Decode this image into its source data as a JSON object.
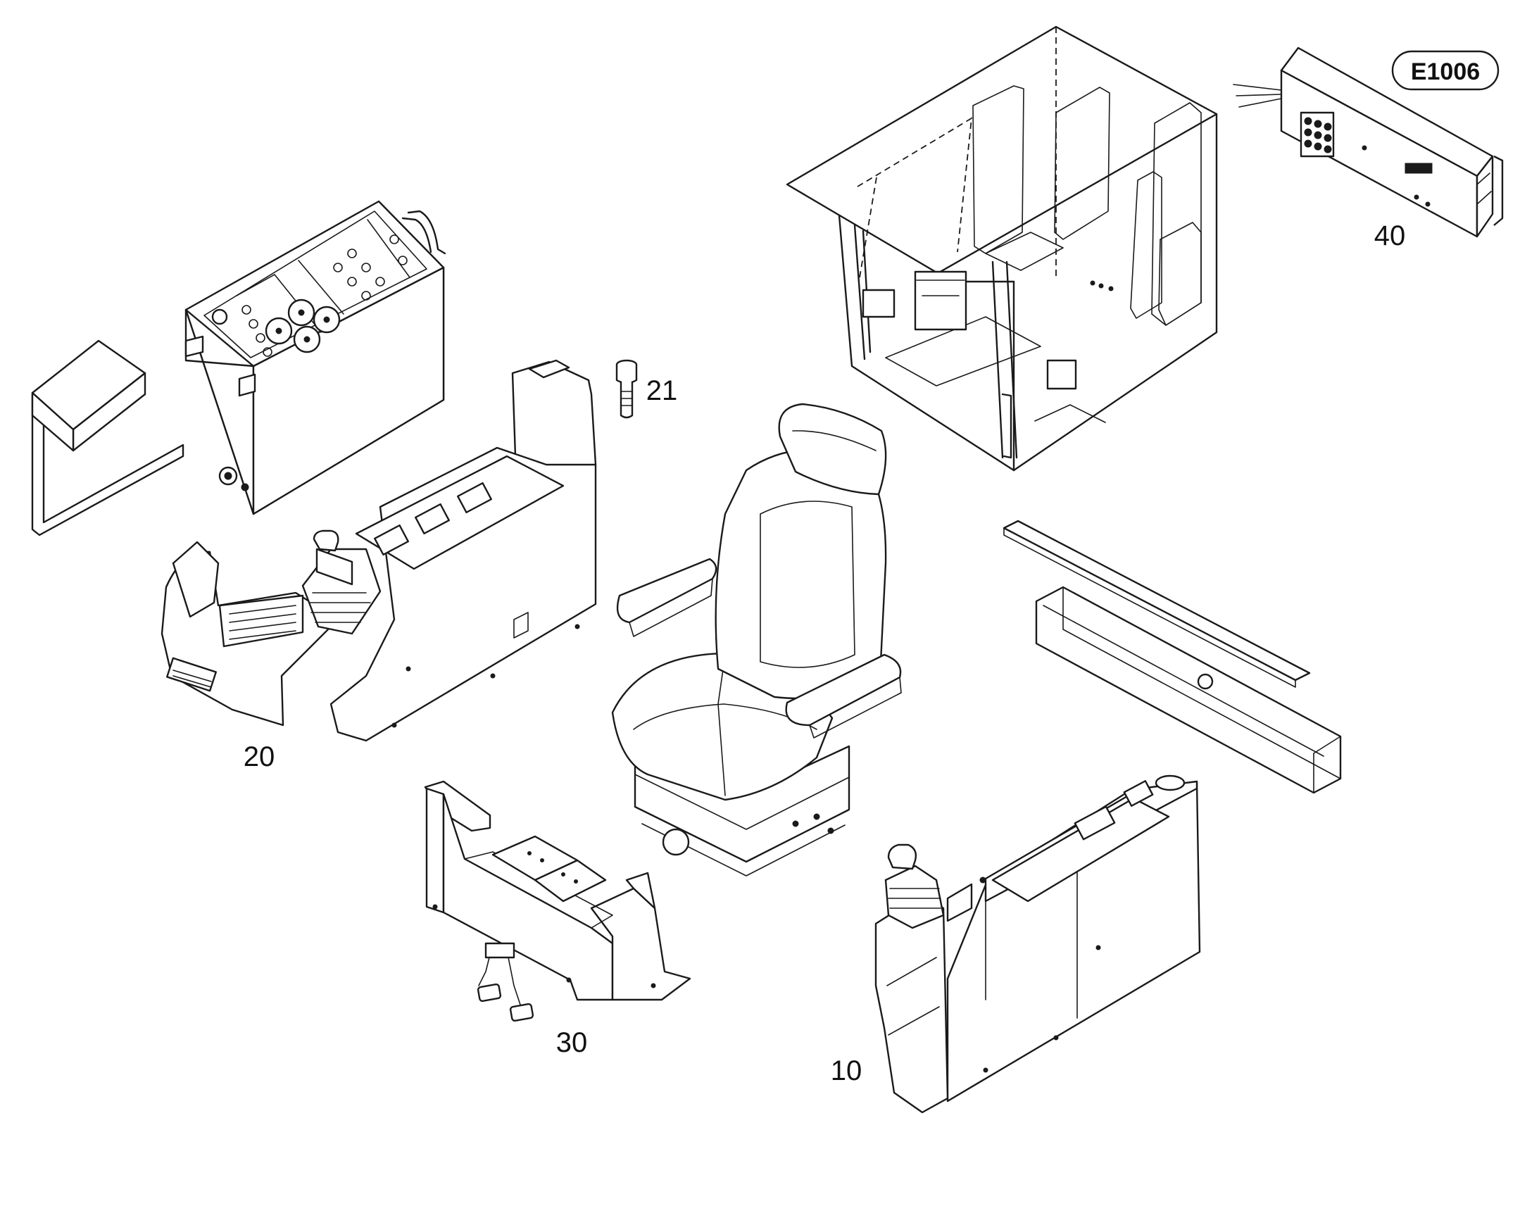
{
  "drawing_id": "E1006",
  "callouts": {
    "operator_cab": "",
    "control_module_40": "40",
    "instrument_console_box": "",
    "mounting_screw_21": "21",
    "operator_seat": "",
    "left_control_console_20": "20",
    "pedal_assembly_30": "30",
    "right_control_console_10": "10",
    "cover_strip": ""
  }
}
